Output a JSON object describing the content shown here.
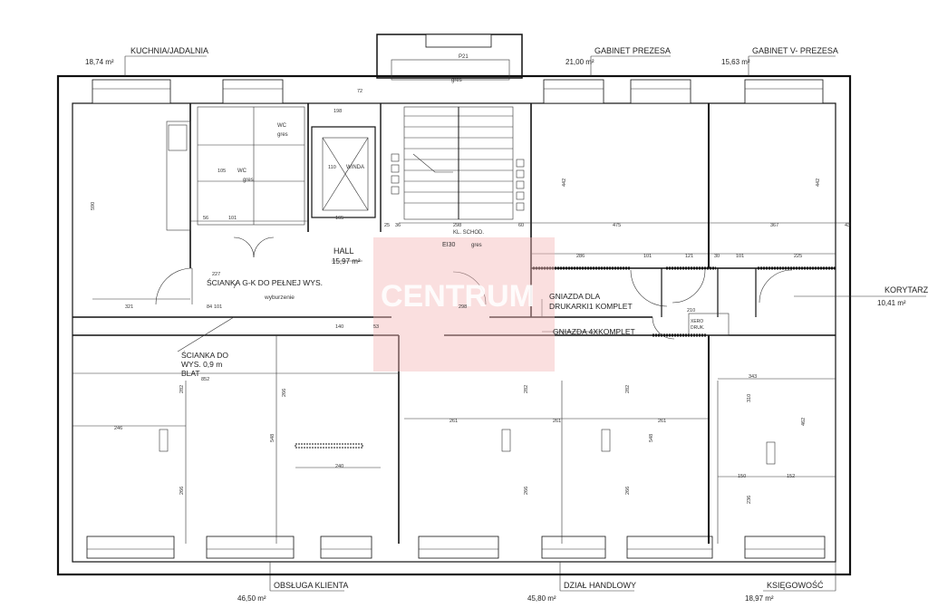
{
  "rooms": {
    "kitchen": {
      "name": "KUCHNIA/JADALNIA",
      "area": "18,74 m²"
    },
    "president": {
      "name": "GABINET PREZESA",
      "area": "21,00 m²"
    },
    "vice": {
      "name": "GABINET V- PREZESA",
      "area": "15,63 m²"
    },
    "hall": {
      "name": "HALL",
      "area": "15,97 m²"
    },
    "corridor": {
      "name": "KORYTARZ",
      "area": "10,41 m²"
    },
    "client": {
      "name": "OBSŁUGA KLIENTA",
      "area": "46,50 m²"
    },
    "sales": {
      "name": "DZIAŁ HANDLOWY",
      "area": "45,80 m²"
    },
    "accounting": {
      "name": "KSIĘGOWOŚĆ",
      "area": "18,97 m²"
    }
  },
  "notes": {
    "partition_full": "ŚCIANKA G-K DO PEŁNEJ WYS.",
    "demolition": "wyburzenie",
    "partition_low_1": "ŚCIANKA DO",
    "partition_low_2": "WYS. 0,9 m",
    "partition_low_3": "BLAT",
    "printer_1": "GNIAZDA DLA",
    "printer_2": "DRUKARKI1 KOMPLET",
    "sockets": "GNIAZDA 4XKOMPLET",
    "elevator": "WINDA",
    "stair": "KL. SCHOD.",
    "fire": "EI30",
    "wc": "WC",
    "gres": "gres",
    "xero_1": "XERO",
    "xero_2": "DRUK.",
    "p21": "P21"
  },
  "dims": {
    "d110": "110",
    "d198": "198",
    "d105": "105",
    "d101": "101",
    "d56": "56",
    "d165": "165",
    "d298": "298",
    "d60": "60",
    "d475": "475",
    "d121": "121",
    "d367": "367",
    "d43": "43",
    "d286": "286",
    "d30": "30",
    "d225": "225",
    "d210": "210",
    "d852": "852",
    "d246": "246",
    "d240": "240",
    "d343": "343",
    "d261": "261",
    "d282": "282",
    "d548": "548",
    "d266": "266",
    "d150": "150",
    "d152": "152",
    "d236": "236",
    "d462": "462",
    "d310": "310",
    "d321": "321",
    "d442": "442",
    "d590": "590",
    "d140": "140",
    "d53": "53",
    "d72": "72",
    "d36": "36",
    "d25": "25",
    "d227": "227",
    "d84": "84"
  },
  "watermark": "CENTRUM",
  "colors": {
    "wall": "#111111",
    "watermark": "#f3b9b9"
  }
}
